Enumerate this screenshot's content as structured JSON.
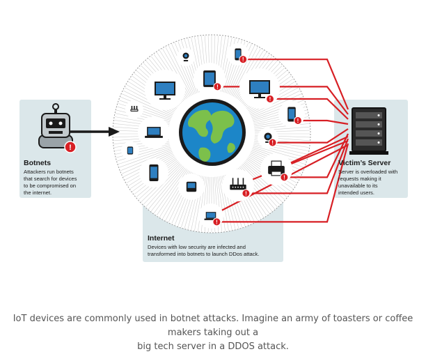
{
  "botnets": {
    "title": "Botnets",
    "description": [
      "Attackers run botnets",
      "that search for devices",
      "to be compromised on",
      "the internet."
    ]
  },
  "internet": {
    "title": "Internet",
    "description": [
      "Devices with low security are infected and",
      "transformed into botnets to launch DDos attack."
    ]
  },
  "victim": {
    "title": "Victim’s Server",
    "description": [
      "Server is overloaded with",
      "requests making it",
      "unavailable to its",
      "intended users."
    ]
  },
  "caption": [
    "IoT devices are commonly used in botnet attacks. Imagine an army of toasters or coffee makers taking out a",
    "big tech server in a DDOS attack."
  ],
  "colors": {
    "panel": "#dbe7ea",
    "attack_red": "#d71f24",
    "globe_ocean": "#1c86c8",
    "globe_land": "#7cc04b",
    "device_blue": "#2e7fc0",
    "dark": "#1a1a1a"
  },
  "icons": [
    "robot-icon",
    "globe-icon",
    "server-icon",
    "webcam-icon",
    "phone-icon",
    "monitor-icon",
    "tablet-icon",
    "router-icon",
    "laptop-icon",
    "printer-icon",
    "harddrive-icon",
    "infected-badge-icon",
    "arrow-icon"
  ]
}
